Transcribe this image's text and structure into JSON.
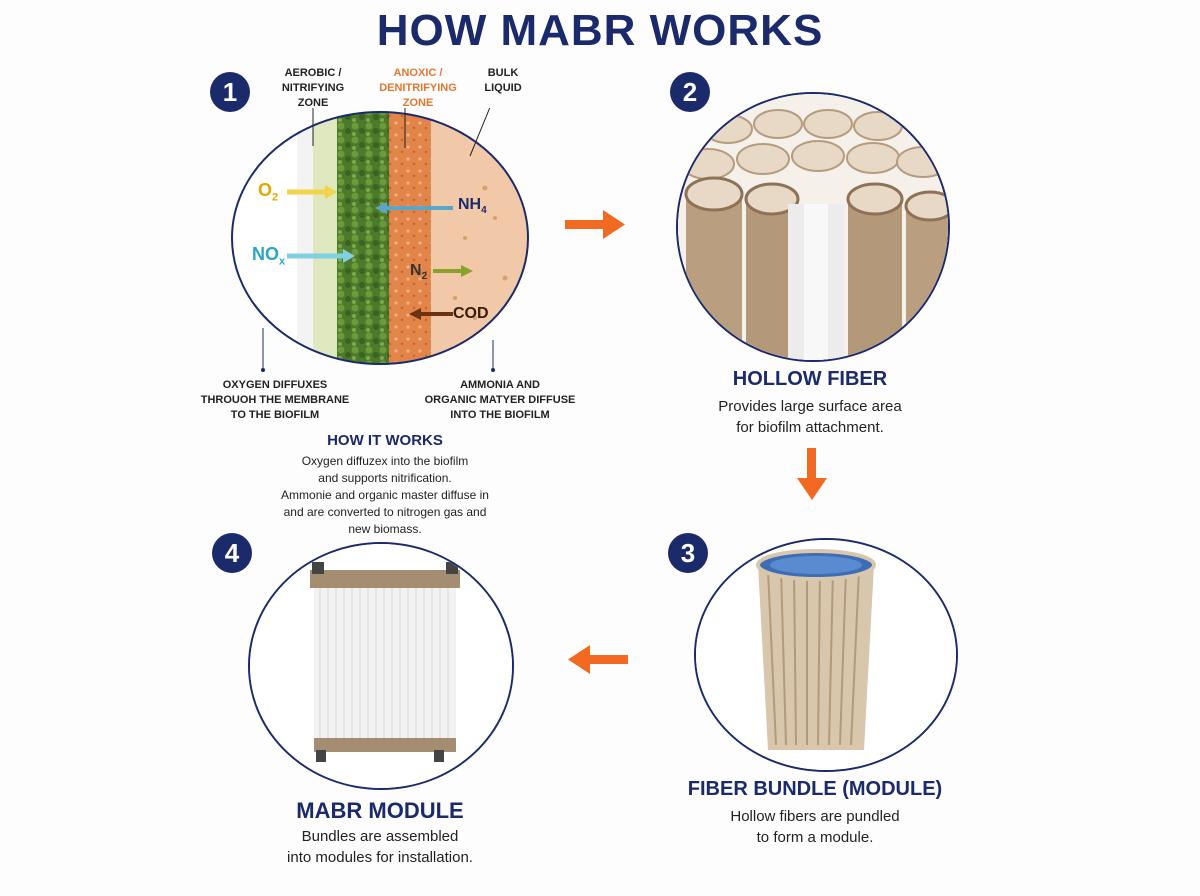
{
  "title": "HOW MABR WORKS",
  "steps": [
    {
      "number": "1"
    },
    {
      "number": "2",
      "heading": "HOLLOW FIBER",
      "desc_line1": "Provides large surface area",
      "desc_line2": "for biofilm attachment."
    },
    {
      "number": "3",
      "heading": "FIBER BUNDLE (MODULE)",
      "desc_line1": "Hollow fibers are pundled",
      "desc_line2": "to form a module."
    },
    {
      "number": "4",
      "heading": "MABR MODULE",
      "desc_line1": "Bundles are assembled",
      "desc_line2": "into modules for installation."
    }
  ],
  "zones": {
    "aerobic_line1": "AEROBIC /",
    "aerobic_line2": "NITRIFYING",
    "aerobic_line3": "ZONE",
    "anoxic_line1": "ANOXIC /",
    "anoxic_line2": "DENITRIFYING",
    "anoxic_line3": "ZONE",
    "bulk_line1": "BULK",
    "bulk_line2": "LIQUID"
  },
  "species": {
    "o2": "O",
    "o2_sub": "2",
    "nox": "NO",
    "nox_sub": "x",
    "nh4": "NH",
    "nh4_sup": "4",
    "n2": "N",
    "n2_sub": "2",
    "cod": "COD"
  },
  "notes": {
    "left_line1": "OXYGEN DIFFUXES",
    "left_line2": "THROUOH THE MEMBRANE",
    "left_line3": "TO THE BIOFILM",
    "right_line1": "AMMONIA AND",
    "right_line2": "ORGANIC MATYER DIFFUSE",
    "right_line3": "INTO THE BIOFILM"
  },
  "how_it_works": {
    "heading": "HOW IT WORKS",
    "line1": "Oxygen diffuzex into the biofilm",
    "line2": "and supports nitrification.",
    "line3": "Ammonie and organic master diffuse in",
    "line4": "and are converted to nitrogen gas and",
    "line5": "new biomass."
  },
  "colors": {
    "navy": "#1b2a6b",
    "arrow": "#f26a21",
    "membrane": "#e9efd6",
    "aerobic": "#4d7a2a",
    "anoxic": "#e2854a",
    "bulk": "#f1c9a9"
  }
}
